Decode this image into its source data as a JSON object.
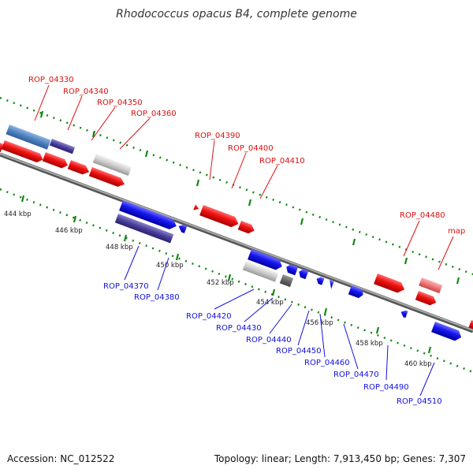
{
  "title": "Rhodococcus opacus B4, complete genome",
  "footer": {
    "accession": "Accession: NC_012522",
    "stats": "Topology: linear; Length: 7,913,450 bp; Genes: 7,307"
  },
  "colors": {
    "forward": "#dd1010",
    "reverse": "#1111dd",
    "backbone": "#777777",
    "tick": "#118811"
  },
  "kbp_labels": [
    "444 kbp",
    "446 kbp",
    "448 kbp",
    "450 kbp",
    "452 kbp",
    "454 kbp",
    "456 kbp",
    "458 kbp",
    "460 kbp"
  ],
  "forward_labels": [
    "ROP_04330",
    "ROP_04340",
    "ROP_04350",
    "ROP_04360",
    "ROP_04390",
    "ROP_04400",
    "ROP_04410",
    "ROP_04480",
    "map"
  ],
  "reverse_labels": [
    "ROP_04370",
    "ROP_04380",
    "ROP_04420",
    "ROP_04430",
    "ROP_04440",
    "ROP_04450",
    "ROP_04460",
    "ROP_04470",
    "ROP_04490",
    "ROP_04510"
  ]
}
